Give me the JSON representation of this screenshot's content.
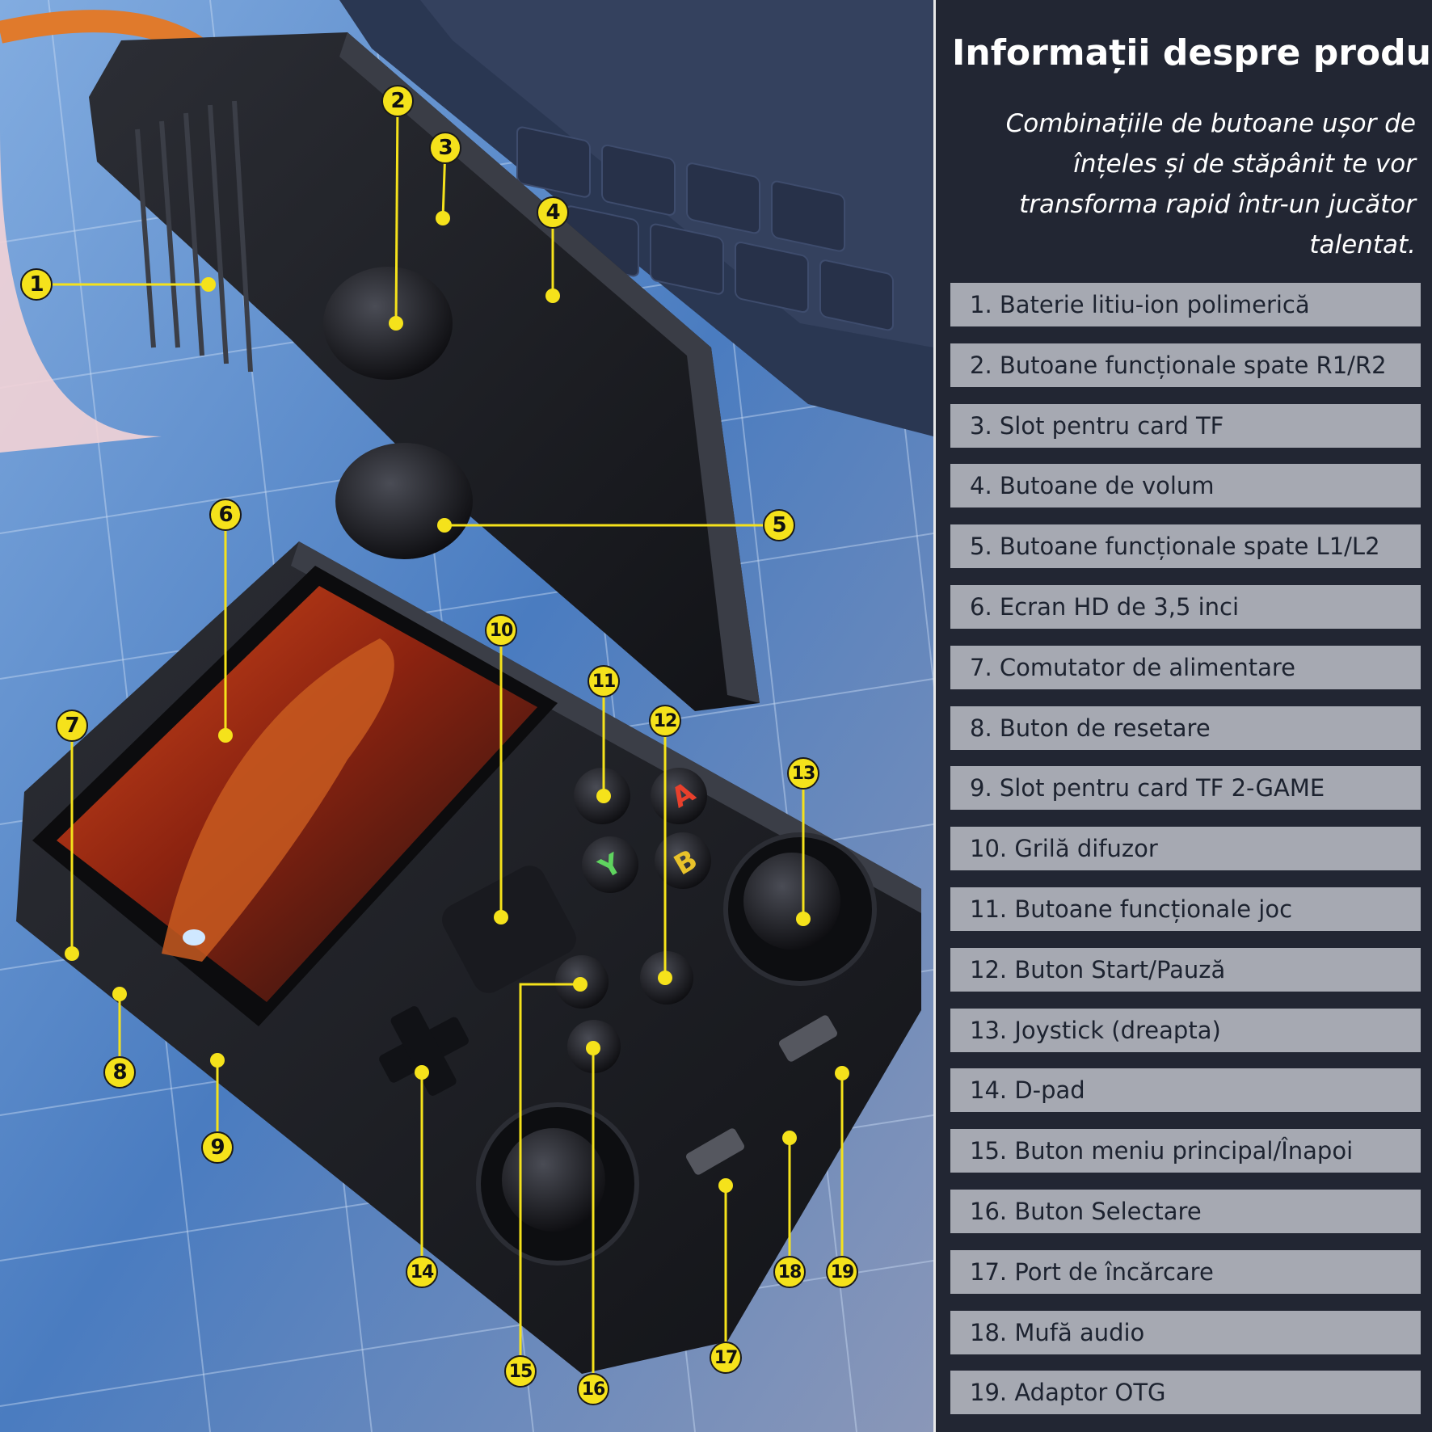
{
  "panel": {
    "title": "Informații despre produs",
    "subtitle": "Combinațiile de butoane ușor de înțeles și de stăpânit te vor transforma rapid într-un jucător talentat.",
    "items": [
      "1. Baterie litiu-ion polimerică",
      "2. Butoane funcționale spate R1/R2",
      "3. Slot pentru card TF",
      "4. Butoane de volum",
      "5. Butoane funcționale spate L1/L2",
      "6. Ecran HD de 3,5 inci",
      "7. Comutator de alimentare",
      "8. Buton de resetare",
      "9. Slot pentru card TF 2-GAME",
      "10. Grilă difuzor",
      "11. Butoane funcționale joc",
      "12. Buton Start/Pauză",
      "13. Joystick (dreapta)",
      "14. D-pad",
      "15. Buton meniu principal/Înapoi",
      "16. Buton Selectare",
      "17. Port de încărcare",
      "18. Mufă audio",
      "19. Adaptor OTG"
    ]
  },
  "callouts": [
    "1",
    "2",
    "3",
    "4",
    "5",
    "6",
    "7",
    "8",
    "9",
    "10",
    "11",
    "12",
    "13",
    "14",
    "15",
    "16",
    "17",
    "18",
    "19"
  ],
  "face_buttons": {
    "a": "A",
    "b": "B",
    "y": "Y"
  },
  "colors": {
    "panel_bg": "#222633",
    "item_bg": "#a6a9b2",
    "callout": "#f5e21b",
    "leader": "#f5e21b",
    "device": "#1b1c21"
  }
}
